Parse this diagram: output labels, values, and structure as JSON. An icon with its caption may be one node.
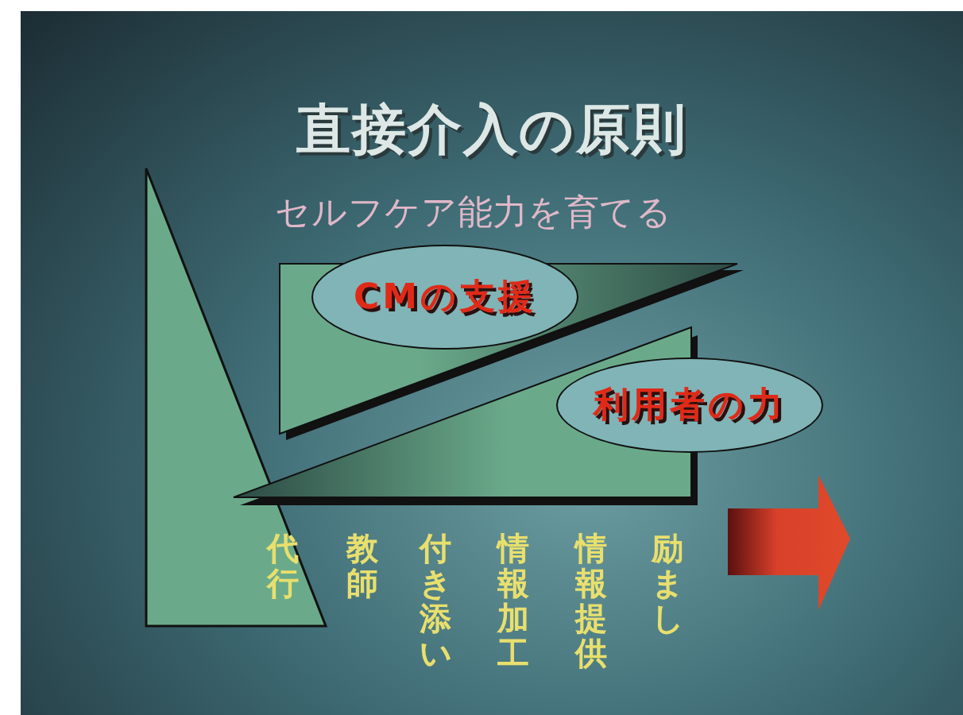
{
  "diagram": {
    "title": "直接介入の原則",
    "nodes": [
      {
        "text": [
          "CMの支援"
        ]
      },
      {
        "text": [
          "利用者の力"
        ]
      }
    ],
    "labels": [
      "セルフケア能力を育てる",
      "代行",
      "教師",
      "付き添い",
      "情報加工",
      "情報提供",
      "励まし"
    ]
  }
}
